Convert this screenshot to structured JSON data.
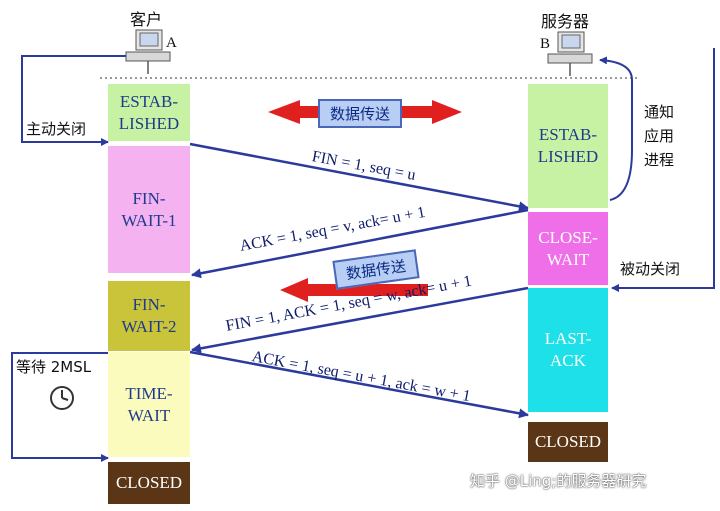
{
  "client": {
    "title": "客户",
    "tag": "A"
  },
  "server": {
    "title": "服务器",
    "tag": "B"
  },
  "client_states": [
    {
      "label": "ESTAB-\nLISHED"
    },
    {
      "label": "FIN-\nWAIT-1"
    },
    {
      "label": "FIN-\nWAIT-2"
    },
    {
      "label": "TIME-\nWAIT"
    },
    {
      "label": "CLOSED"
    }
  ],
  "server_states": [
    {
      "label": "ESTAB-\nLISHED"
    },
    {
      "label": "CLOSE-\nWAIT"
    },
    {
      "label": "LAST-\nACK"
    },
    {
      "label": "CLOSED"
    }
  ],
  "messages": {
    "fin1": "FIN = 1, seq = u",
    "ack1": "ACK = 1, seq = v, ack= u + 1",
    "fin2": "FIN = 1, ACK = 1, seq = w, ack= u + 1",
    "ack2": "ACK = 1, seq = u + 1, ack = w + 1"
  },
  "transfer_labels": {
    "top": "数据传送",
    "mid": "数据传送"
  },
  "side_labels": {
    "active_close": "主动关闭",
    "notify_app": "通知\n应用\n进程",
    "passive_close": "被动关闭",
    "wait_2msl": "等待 2MSL"
  },
  "watermark": "知乎 @Ling;的服务器研究",
  "colors": {
    "established": "#c7f2a4",
    "fin_wait_1": "#f4b2f1",
    "fin_wait_2": "#c9c43a",
    "time_wait": "#fbfbbd",
    "closed": "#5a3516",
    "close_wait": "#ef6fe9",
    "last_ack": "#1ee0e9",
    "arrow_blue": "#2b3a9c",
    "arrow_red": "#e01f1f"
  }
}
